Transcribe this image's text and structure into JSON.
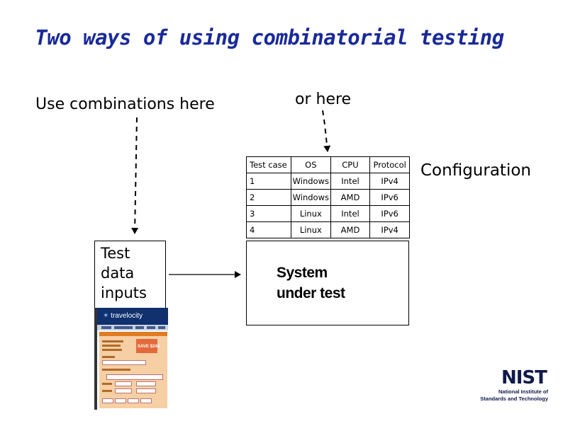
{
  "title": "Two ways of using combinatorial testing",
  "labels": {
    "left": "Use combinations here",
    "right": "or here",
    "configuration": "Configuration"
  },
  "config_table": {
    "headers": [
      "Test case",
      "OS",
      "CPU",
      "Protocol"
    ],
    "rows": [
      [
        "1",
        "Windows",
        "Intel",
        "IPv4"
      ],
      [
        "2",
        "Windows",
        "AMD",
        "IPv6"
      ],
      [
        "3",
        "Linux",
        "Intel",
        "IPv6"
      ],
      [
        "4",
        "Linux",
        "AMD",
        "IPv4"
      ]
    ]
  },
  "test_data_box": {
    "lines": [
      "Test",
      "data",
      "inputs"
    ]
  },
  "system_box": {
    "lines": [
      "System",
      "under test"
    ]
  },
  "thumbnail": {
    "brand": "travelocity",
    "promo": "SAVE $240"
  },
  "nist_logo": {
    "mark": "NIST",
    "line1": "National Institute of",
    "line2": "Standards and Technology"
  }
}
